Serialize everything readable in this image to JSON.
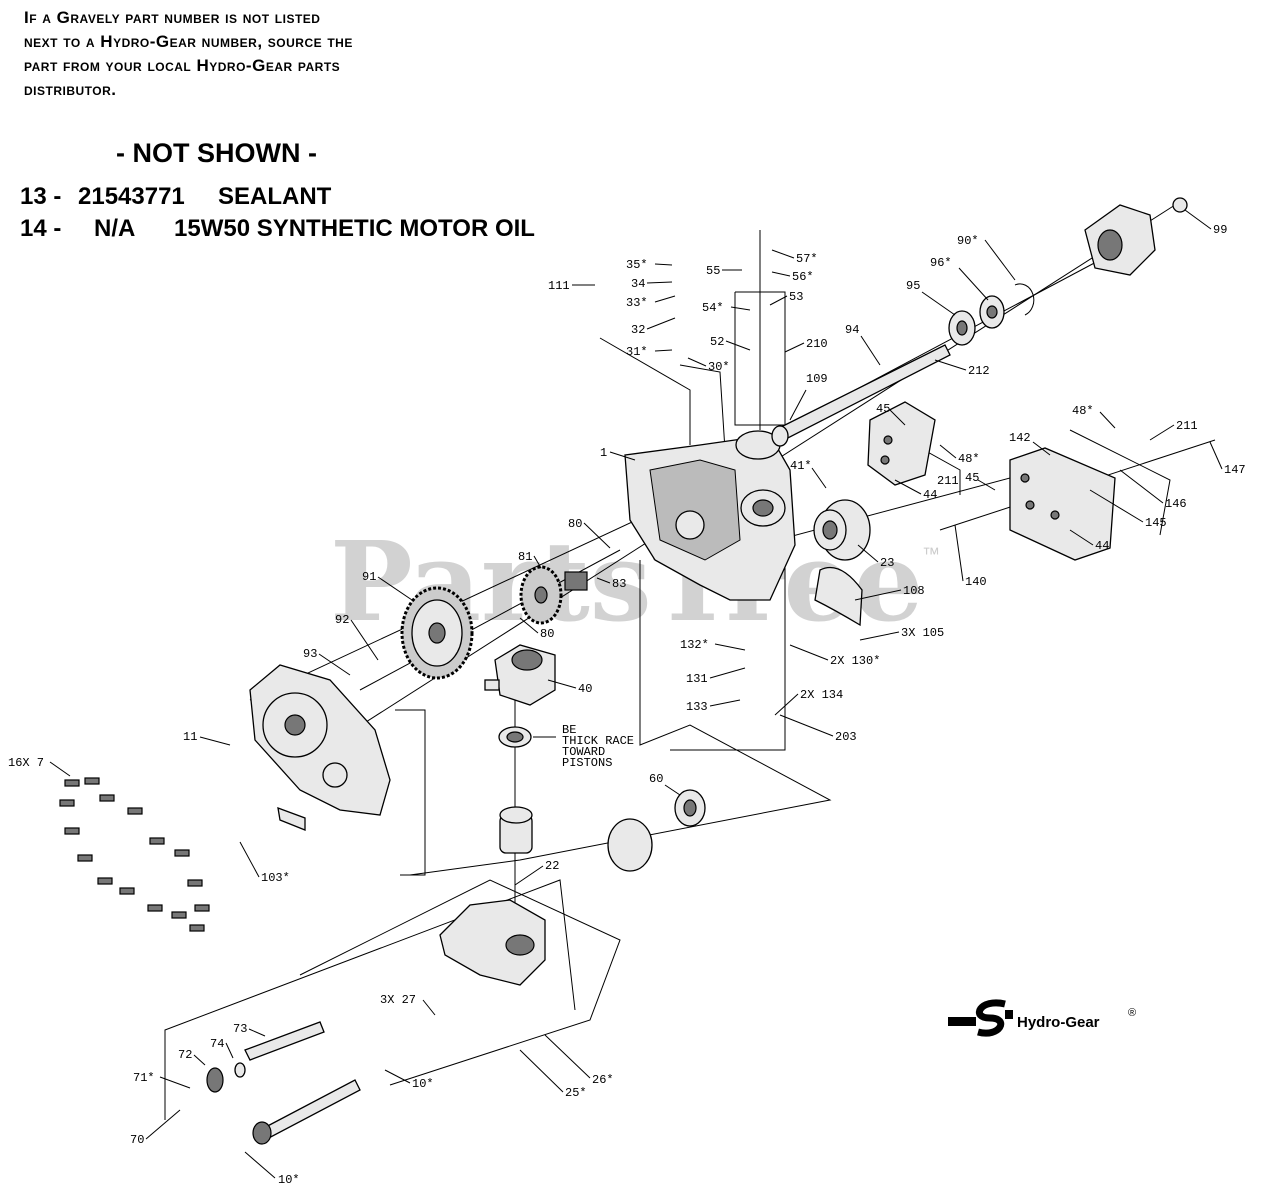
{
  "note_lines": [
    "If a Gravely part number is not listed",
    "next to a Hydro-Gear number, source the",
    "part from your local Hydro-Gear parts",
    "distributor."
  ],
  "not_shown": {
    "heading": "- NOT SHOWN -",
    "items": [
      {
        "ref": "13 -",
        "part_no": "21543771",
        "desc": "SEALANT"
      },
      {
        "ref": "14 -",
        "part_no": "N/A",
        "desc": "15W50 SYNTHETIC MOTOR OIL"
      }
    ]
  },
  "watermark": {
    "text": "PartsTree",
    "tm": "™"
  },
  "brand": {
    "name": "Hydro-Gear",
    "reg": "®"
  },
  "thick_race_note": [
    "BE",
    "THICK RACE",
    "TOWARD",
    "PISTONS"
  ],
  "callouts": {
    "c1": "1",
    "c7": "16X 7",
    "c10a": "10*",
    "c10b": "10*",
    "c11": "11",
    "c22": "22",
    "c23": "23",
    "c25": "25*",
    "c26": "26*",
    "c27": "3X 27",
    "c30": "30*",
    "c31": "31*",
    "c32": "32",
    "c33": "33*",
    "c34": "34",
    "c35": "35*",
    "c40": "40",
    "c41": "41*",
    "c44a": "44",
    "c44b": "44",
    "c45a": "45",
    "c45b": "45",
    "c48a": "48*",
    "c48b": "48*",
    "c52": "52",
    "c53": "53",
    "c54": "54*",
    "c55": "55",
    "c56": "56*",
    "c57": "57*",
    "c60": "60",
    "c70": "70",
    "c71": "71*",
    "c72": "72",
    "c73": "73",
    "c74": "74",
    "c80a": "80",
    "c80b": "80",
    "c81": "81",
    "c83": "83",
    "c90": "90*",
    "c91": "91",
    "c92": "92",
    "c93": "93",
    "c94": "94",
    "c95": "95",
    "c96": "96*",
    "c99": "99",
    "c103": "103*",
    "c105": "3X 105",
    "c108": "108",
    "c109": "109",
    "c111": "111",
    "c130": "2X 130*",
    "c131": "131",
    "c132": "132*",
    "c133": "133",
    "c134": "2X 134",
    "c140": "140",
    "c142": "142",
    "c145": "145",
    "c146": "146",
    "c147": "147",
    "c203": "203",
    "c210": "210",
    "c211a": "211",
    "c211b": "211",
    "c212": "212"
  }
}
